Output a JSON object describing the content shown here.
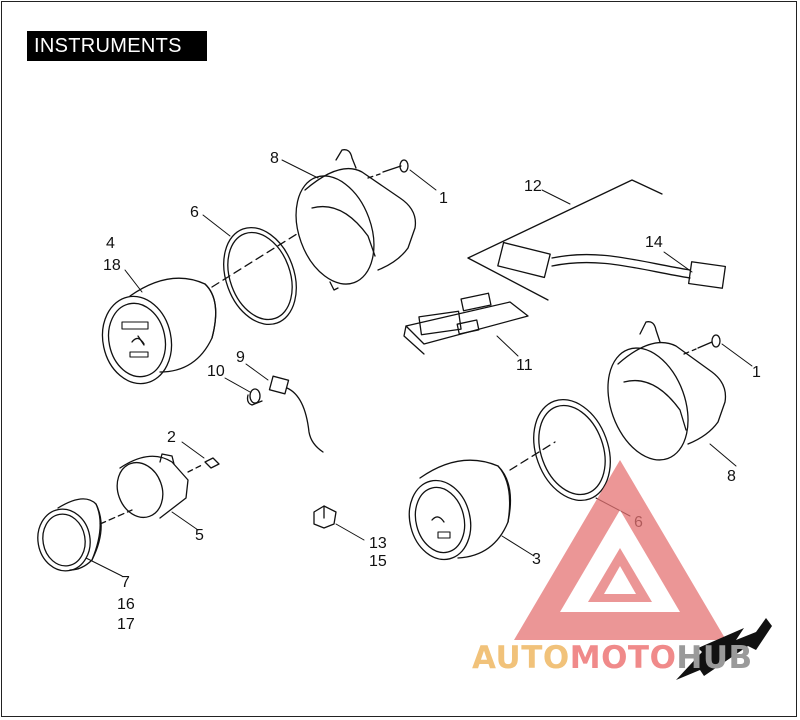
{
  "title": "INSTRUMENTS",
  "callouts": {
    "c1a": "1",
    "c1b": "1",
    "c2": "2",
    "c3": "3",
    "c4": "4",
    "c18": "18",
    "c5": "5",
    "c6a": "6",
    "c6b": "6",
    "c7": "7",
    "c16": "16",
    "c17": "17",
    "c8a": "8",
    "c8b": "8",
    "c9": "9",
    "c10": "10",
    "c11": "11",
    "c12": "12",
    "c13": "13",
    "c15": "15",
    "c14": "14"
  },
  "watermark": {
    "part1": "AUTO",
    "part2": "MOTO",
    "part3": "HUB"
  },
  "colors": {
    "watermark_red": "#e57373",
    "watermark_orange": "#f1c27a",
    "watermark_gray": "#9a9a9a"
  }
}
